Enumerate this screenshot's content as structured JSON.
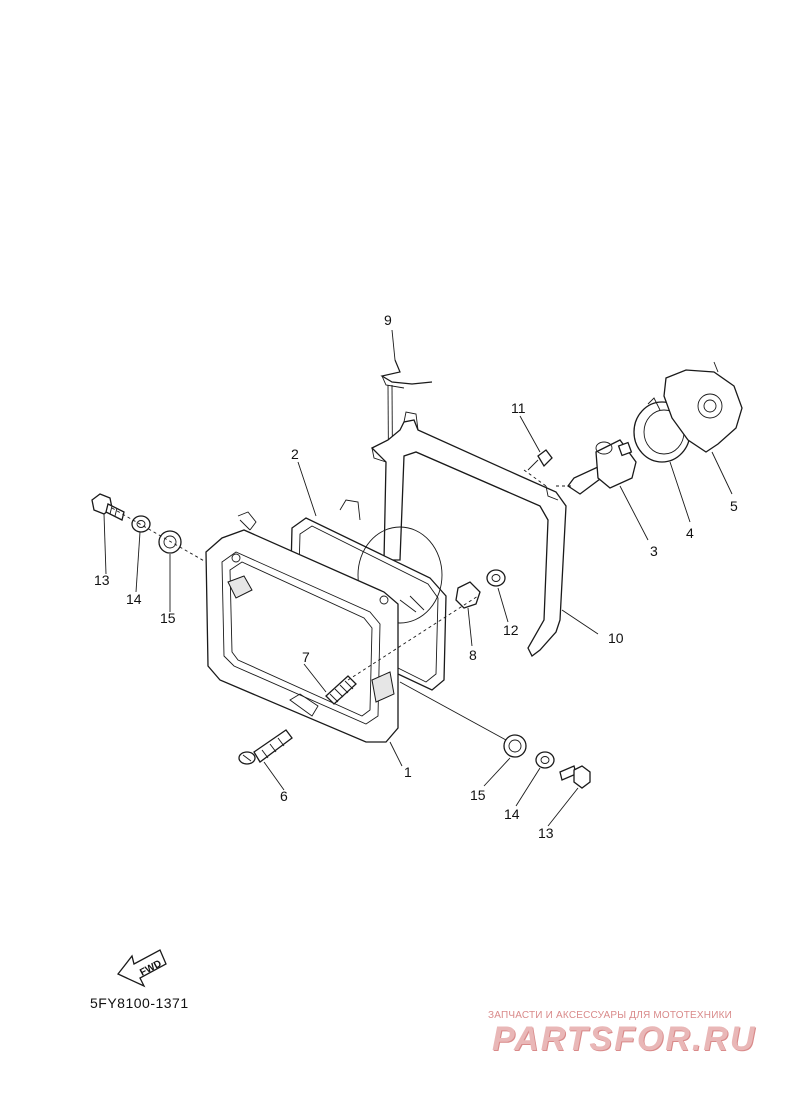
{
  "diagram": {
    "parts": [
      {
        "id": "p1",
        "number": "1"
      },
      {
        "id": "p2",
        "number": "2"
      },
      {
        "id": "p3",
        "number": "3"
      },
      {
        "id": "p4",
        "number": "4"
      },
      {
        "id": "p5",
        "number": "5"
      },
      {
        "id": "p6",
        "number": "6"
      },
      {
        "id": "p7",
        "number": "7"
      },
      {
        "id": "p8",
        "number": "8"
      },
      {
        "id": "p9",
        "number": "9"
      },
      {
        "id": "p10",
        "number": "10"
      },
      {
        "id": "p11",
        "number": "11"
      },
      {
        "id": "p12",
        "number": "12"
      },
      {
        "id": "p13a",
        "number": "13"
      },
      {
        "id": "p14a",
        "number": "14"
      },
      {
        "id": "p15a",
        "number": "15"
      },
      {
        "id": "p15b",
        "number": "15"
      },
      {
        "id": "p14b",
        "number": "14"
      },
      {
        "id": "p13b",
        "number": "13"
      }
    ],
    "fwd_label": "FWD",
    "diagram_code": "5FY8100-1371"
  },
  "watermark": {
    "subtitle": "ЗАПЧАСТИ И АКСЕССУАРЫ ДЛЯ МОТОТЕХНИКИ",
    "brand": "PARTSFOR.RU"
  }
}
